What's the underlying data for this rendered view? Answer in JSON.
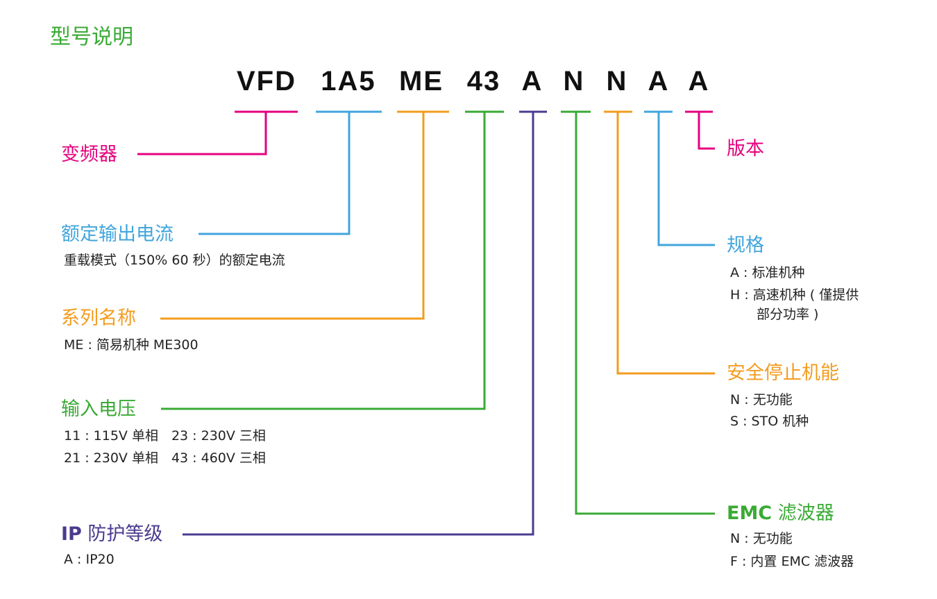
{
  "title": "型号说明",
  "code_segments": [
    {
      "text": "VFD",
      "color": "#e5007e"
    },
    {
      "text": "1A5",
      "color": "#41a5dc"
    },
    {
      "text": "ME",
      "color": "#f39c1f"
    },
    {
      "text": "43",
      "color": "#3aaa35"
    },
    {
      "text": "A",
      "color": "#4b3a8f"
    },
    {
      "text": "N",
      "color": "#3aaa35"
    },
    {
      "text": "N",
      "color": "#f39c1f"
    },
    {
      "text": "A",
      "color": "#41a5dc"
    },
    {
      "text": "A",
      "color": "#e5007e"
    }
  ],
  "left": {
    "inverter": {
      "label": "变频器"
    },
    "rated_current": {
      "label": "额定输出电流",
      "desc": "重载模式（150% 60 秒）的额定电流"
    },
    "series": {
      "label": "系列名称",
      "desc": "ME : 简易机种 ME300"
    },
    "voltage": {
      "label": "输入电压",
      "row1": "11 : 115V 单相　23 : 230V 三相",
      "row2": "21 : 230V 单相　43 : 460V 三相"
    },
    "ip": {
      "label_prefix": "IP",
      "label": " 防护等级",
      "desc": "A : IP20"
    }
  },
  "right": {
    "version": {
      "label": "版本"
    },
    "spec": {
      "label": "规格",
      "line1": "A : 标准机种",
      "line2": "H : 高速机种 ( 僅提供",
      "line3": "部分功率 )"
    },
    "sto": {
      "label": "安全停止机能",
      "line1": "N : 无功能",
      "line2": "S : STO 机种"
    },
    "emc": {
      "label_prefix": "EMC",
      "label": " 滤波器",
      "line1": "N : 无功能",
      "line2": "F : 内置 EMC 滤波器"
    }
  }
}
